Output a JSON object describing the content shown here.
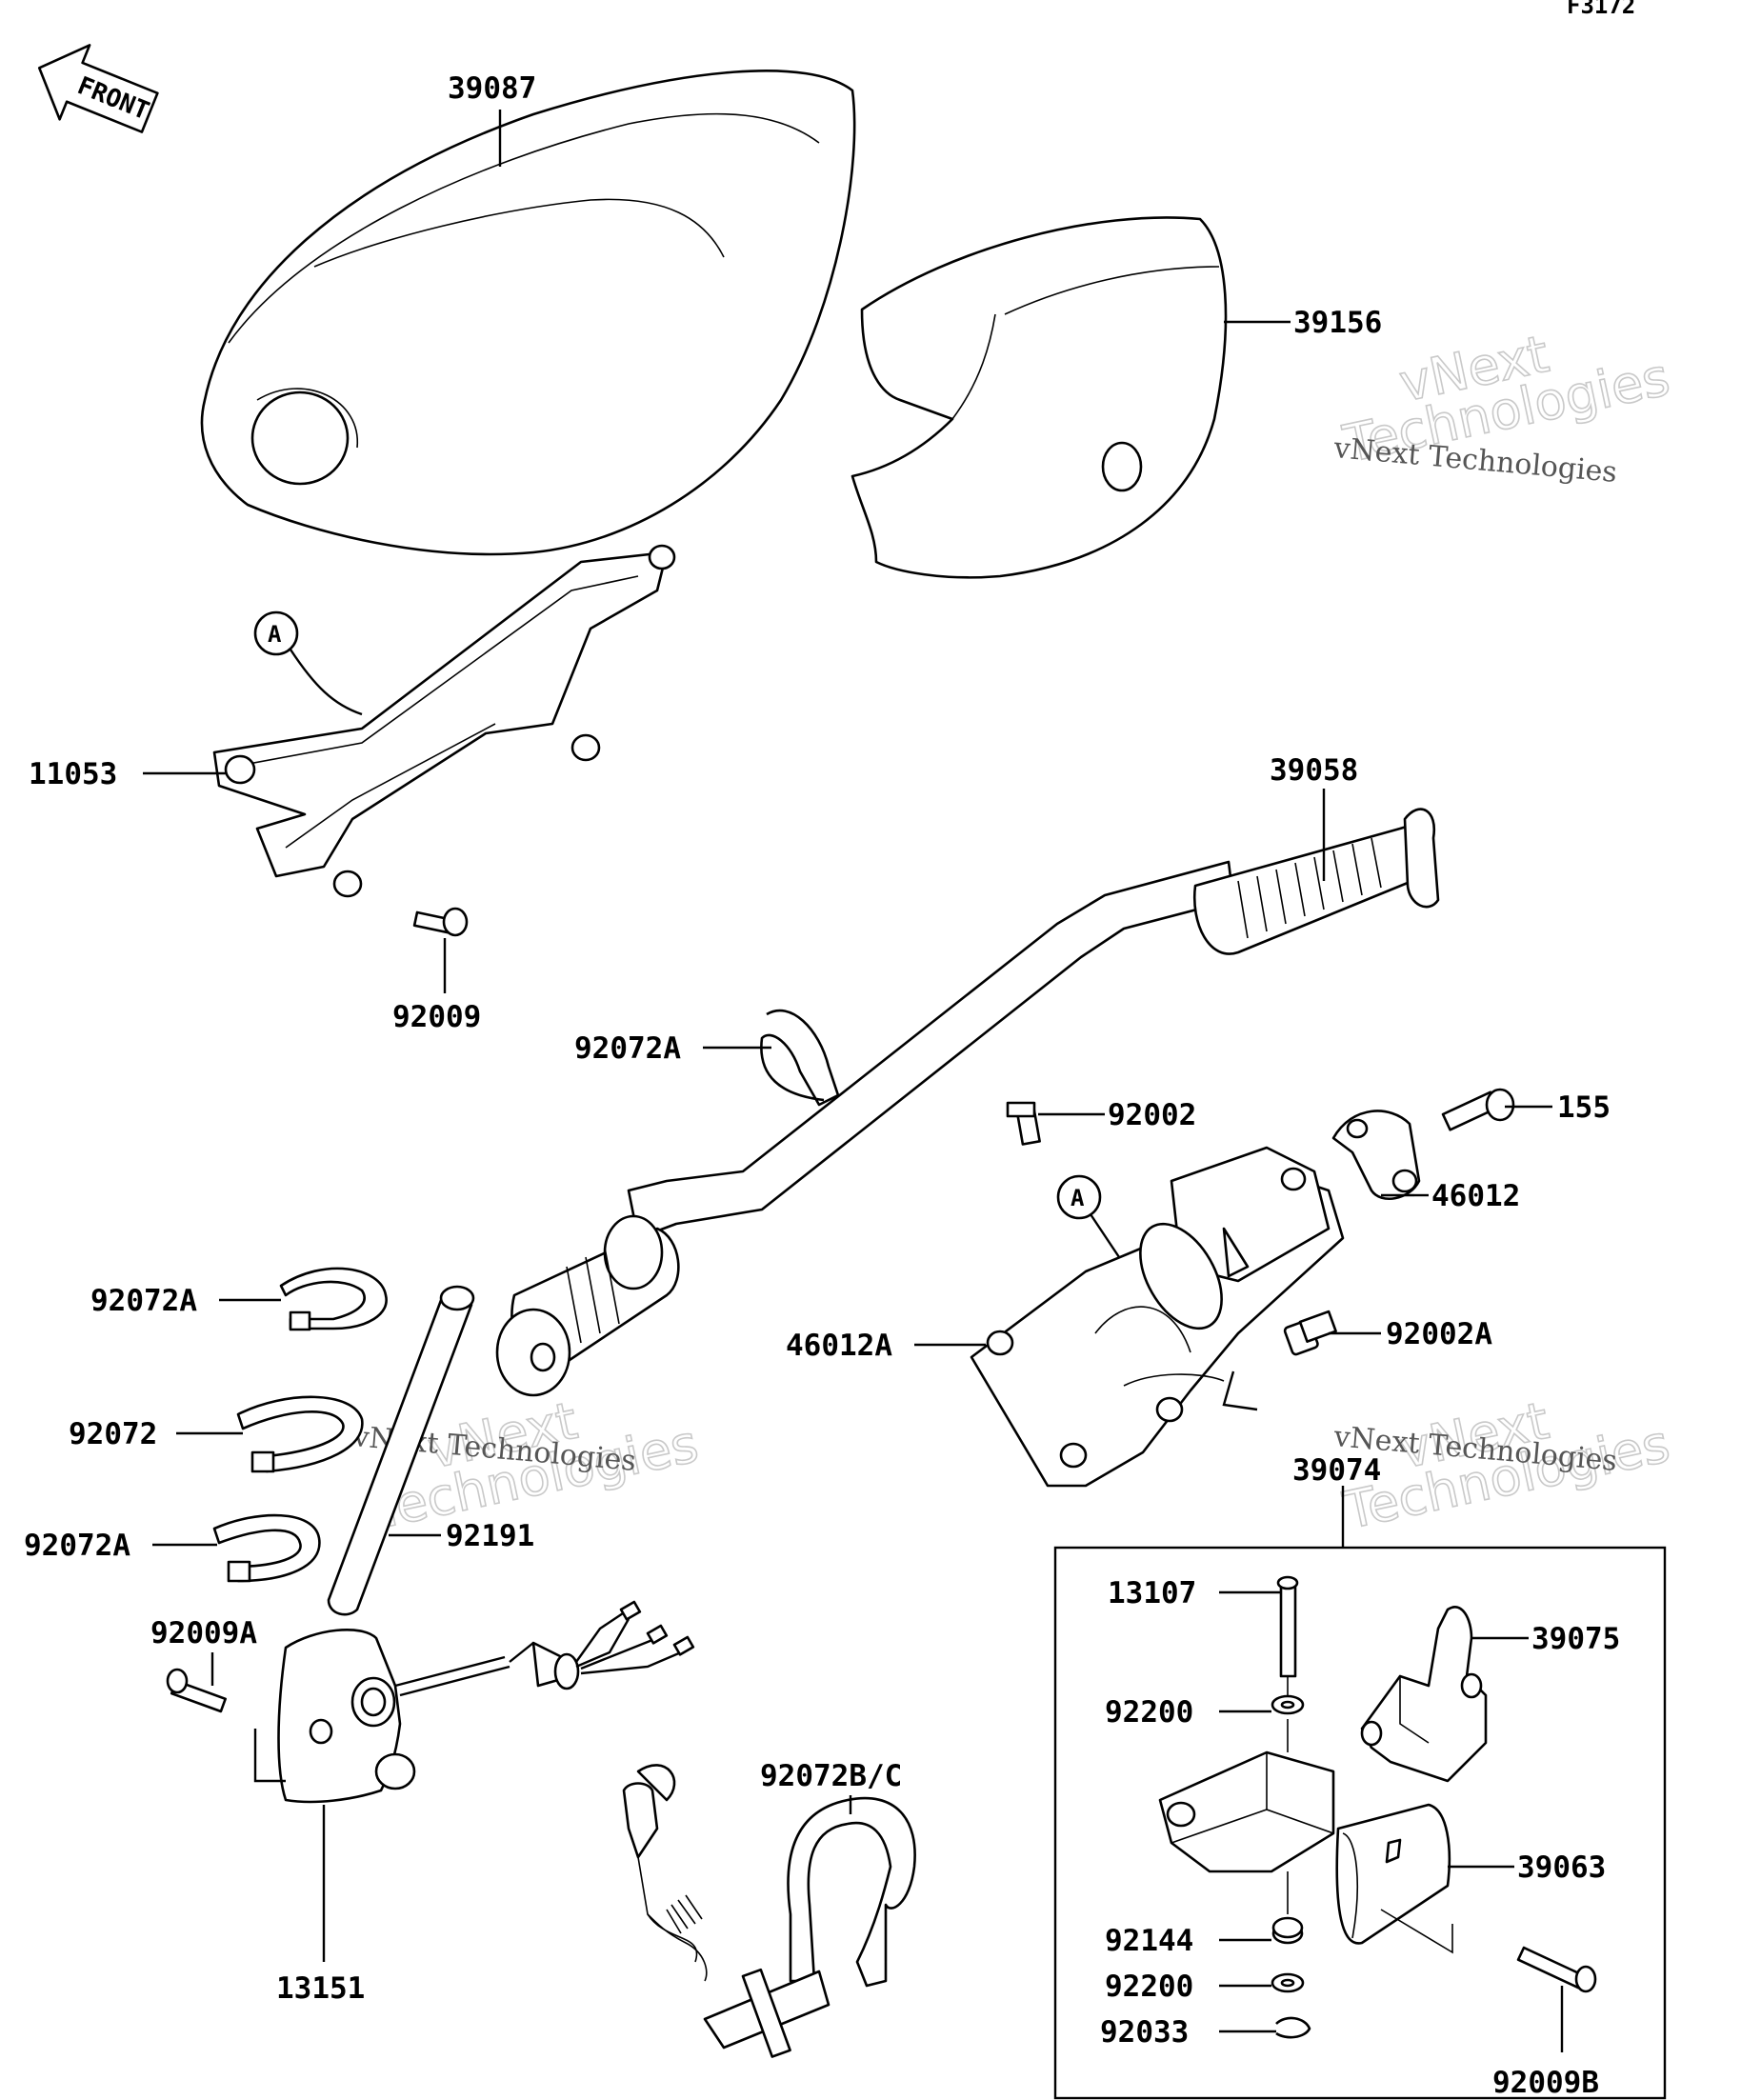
{
  "figure_code": "F3172",
  "front_label": "FRONT",
  "callout_letter": "A",
  "watermark": {
    "line1": "vNext Technologies",
    "line2a": "vNext",
    "line2b": "Technologies"
  },
  "parts": [
    "39087",
    "39156",
    "11053",
    "92009",
    "39058",
    "92072A",
    "92002",
    "155",
    "46012",
    "46012A",
    "92002A",
    "92072A",
    "92072",
    "92072A",
    "92191",
    "39074",
    "13107",
    "39075",
    "92200",
    "92009A",
    "92072B/C",
    "39063",
    "92144",
    "92200",
    "92033",
    "92009B",
    "13151"
  ]
}
